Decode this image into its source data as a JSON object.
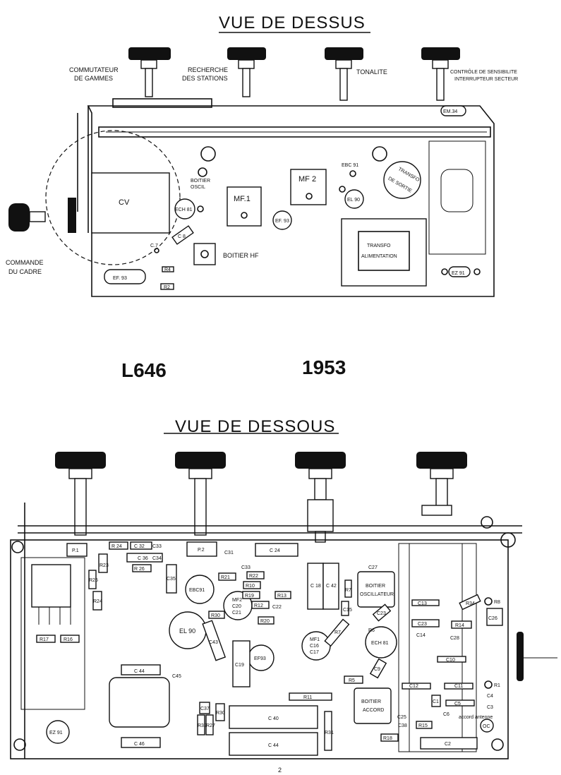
{
  "top": {
    "title": "VUE DE DESSUS",
    "labels": {
      "commutateur": [
        "COMMUTATEUR",
        "DE GAMMES"
      ],
      "recherche": [
        "RECHERCHE",
        "DES STATIONS"
      ],
      "tonalite": "TONALITE",
      "controle": [
        "CONTRÔLE DE SENSIBILITE",
        "INTERRUPTEUR SECTEUR"
      ],
      "commande": [
        "COMMANDE",
        "DU CADRE"
      ],
      "em34": "EM.34",
      "boitier_oscil": [
        "BOITIER",
        "OSCIL"
      ],
      "ebc91": "EBC 91",
      "transfo_sortie": [
        "TRANSFO",
        "DE SORTIE"
      ],
      "cv": "CV",
      "mf1": "MF.1",
      "mf2": "MF 2",
      "ech81": "ECH 81",
      "ef93a": "EF. 93",
      "el90": "EL 90",
      "transfo_alim": [
        "TRANSFO",
        "ALIMENTATION"
      ],
      "boitier_hf": "BOITIER HF",
      "c7": "C.7",
      "c8": "C 8",
      "ef93b": "EF. 93",
      "r4": "R4",
      "r2": "R2",
      "ez91": "EZ 91"
    }
  },
  "model": "L646",
  "year": "1953",
  "bottom": {
    "title": "VUE  DE  DESSOUS",
    "labels": {
      "p1": "P.1",
      "p2": "P.2",
      "c24": "C 24",
      "r24": "R 24",
      "c32": "C 32",
      "c33a": "C33",
      "c36": "C 36",
      "c34": "C34",
      "r23": "R23",
      "r26": "R 26",
      "r25": "R25",
      "c35": "C35",
      "r24b": "R24",
      "c31": "C31",
      "c33b": "C33",
      "r21": "R21",
      "r22": "R22",
      "r10": "R10",
      "ebc91": "EBC91",
      "c18": "C 18",
      "c42": "C 42",
      "r7": "R7",
      "c27": "C27",
      "boitier_osc": [
        "BOITIER",
        "OSCILLATEUR"
      ],
      "mf2": [
        "MF2",
        "C20",
        "C21"
      ],
      "r19": "R19",
      "r12": "R12",
      "c22": "C22",
      "r13": "R13",
      "c15": "C15",
      "r20": "R20",
      "r30": "R30",
      "r17": "R17",
      "r16": "R16",
      "el90": "EL 90",
      "c43": "C43",
      "ef93": "EF93",
      "c19": "C19",
      "mf1": [
        "MF1",
        "C16",
        "C17"
      ],
      "r7b": "R7",
      "c23": "C23",
      "ech81": "ECH 81",
      "r6": "R6",
      "c9": "C9",
      "c13": "C13",
      "c23b": "C23",
      "c14": "C14",
      "r34": "R34",
      "r8": "R8",
      "r14": "R14",
      "c26": "C26",
      "c28": "C28",
      "c10": "C10",
      "c44a": "C 44",
      "c45": "C45",
      "r5": "R5",
      "r11": "R11",
      "c12": "C12",
      "c11": "C11",
      "r1": "R1",
      "c4": "C4",
      "c1": "C1",
      "c5": "C5",
      "c3": "C3",
      "ez91": "EZ 91",
      "c37": "C37",
      "r32": "R32",
      "r30b": "R30",
      "r27": "R27",
      "c40": "C 40",
      "boitier_accord": [
        "BOITIER",
        "ACCORD"
      ],
      "c25": "C25",
      "c6": "C6",
      "r15": "R15",
      "c38": "C38",
      "accord_antenne": "accord antenne",
      "oc": "OC",
      "c46": "C 46",
      "c44b": "C 44",
      "r31": "R31",
      "r18": "R18",
      "c2": "C2"
    }
  },
  "page_number": "2"
}
